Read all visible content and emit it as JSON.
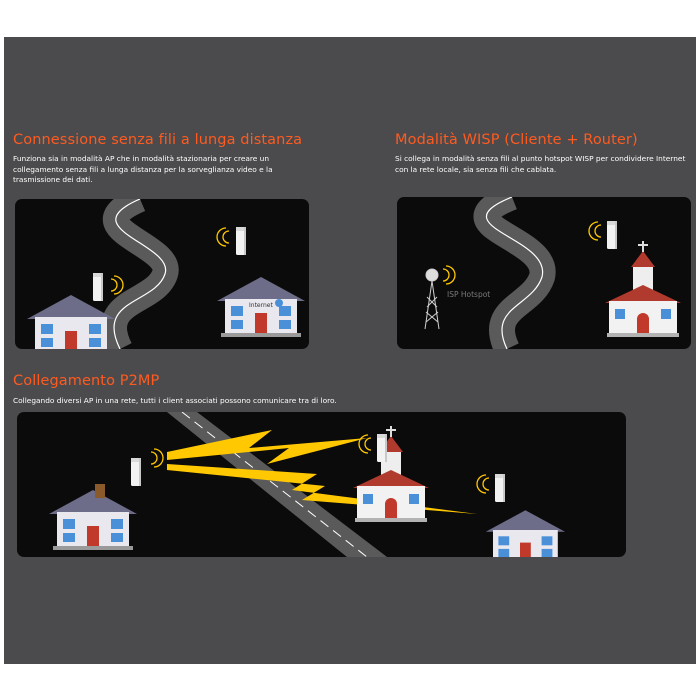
{
  "sections": {
    "long_range": {
      "title": "Connessione senza fili a lunga distanza",
      "description": "Funziona sia in modalità AP che in modalità stazionaria per creare un collegamento senza fili a lunga distanza per la sorveglianza video e la trasmissione dei dati.",
      "building_sign": "Internet"
    },
    "wisp": {
      "title": "Modalità WISP (Cliente + Router)",
      "description": "Si collega in modalità senza fili al punto hotspot WISP per condividere Internet con la rete locale, sia senza fili che cablata.",
      "hotspot_label": "ISP Hotspot"
    },
    "p2mp": {
      "title": "Collegamento P2MP",
      "description": "Collegando diversi AP in una rete, tutti i client associati possono comunicare tra di loro."
    }
  },
  "colors": {
    "panel": "#4b4b4d",
    "title": "#ff5a1f",
    "scene_bg": "#0b0b0b",
    "lightning": "#ffc800",
    "road": "#5a5a5a"
  },
  "icons": [
    "house-icon",
    "church-icon",
    "access-point-icon",
    "wifi-signal-icon",
    "antenna-tower-icon",
    "lightning-link-icon",
    "road-icon"
  ]
}
